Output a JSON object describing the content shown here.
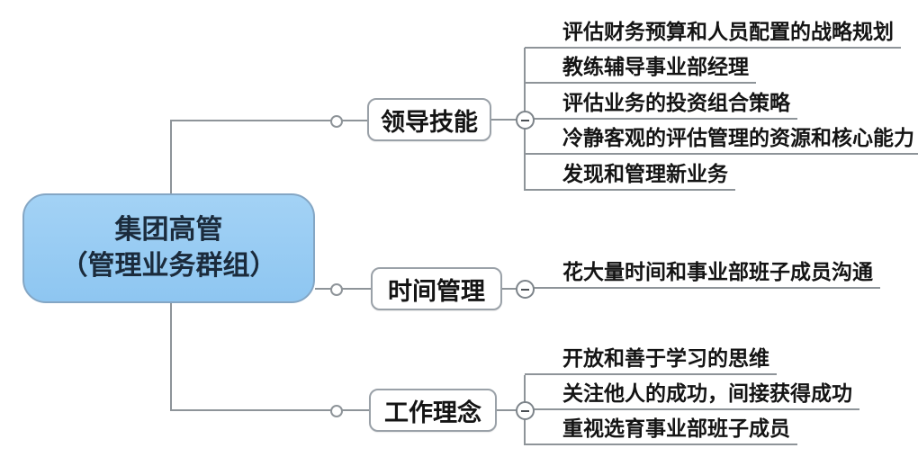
{
  "diagram": {
    "type": "mindmap",
    "background": "#ffffff",
    "colors": {
      "root_fill": "#97cbf3",
      "root_border": "#84a6c4",
      "root_text": "#1b2b3c",
      "branch_border": "#9aa1a8",
      "branch_fill": "#ffffff",
      "text": "#141414",
      "connector_line": "#8e9499"
    },
    "root": {
      "label_line1": "集团高管",
      "label_line2": "（管理业务群组）"
    },
    "branches": [
      {
        "label": "领导技能",
        "collapse_icon": "minus",
        "leaves": [
          "评估财务预算和人员配置的战略规划",
          "教练辅导事业部经理",
          "评估业务的投资组合策略",
          "冷静客观的评估管理的资源和核心能力",
          "发现和管理新业务"
        ]
      },
      {
        "label": "时间管理",
        "collapse_icon": "minus",
        "leaves": [
          "花大量时间和事业部班子成员沟通"
        ]
      },
      {
        "label": "工作理念",
        "collapse_icon": "minus",
        "leaves": [
          "开放和善于学习的思维",
          "关注他人的成功，间接获得成功",
          "重视选育事业部班子成员"
        ]
      }
    ]
  }
}
